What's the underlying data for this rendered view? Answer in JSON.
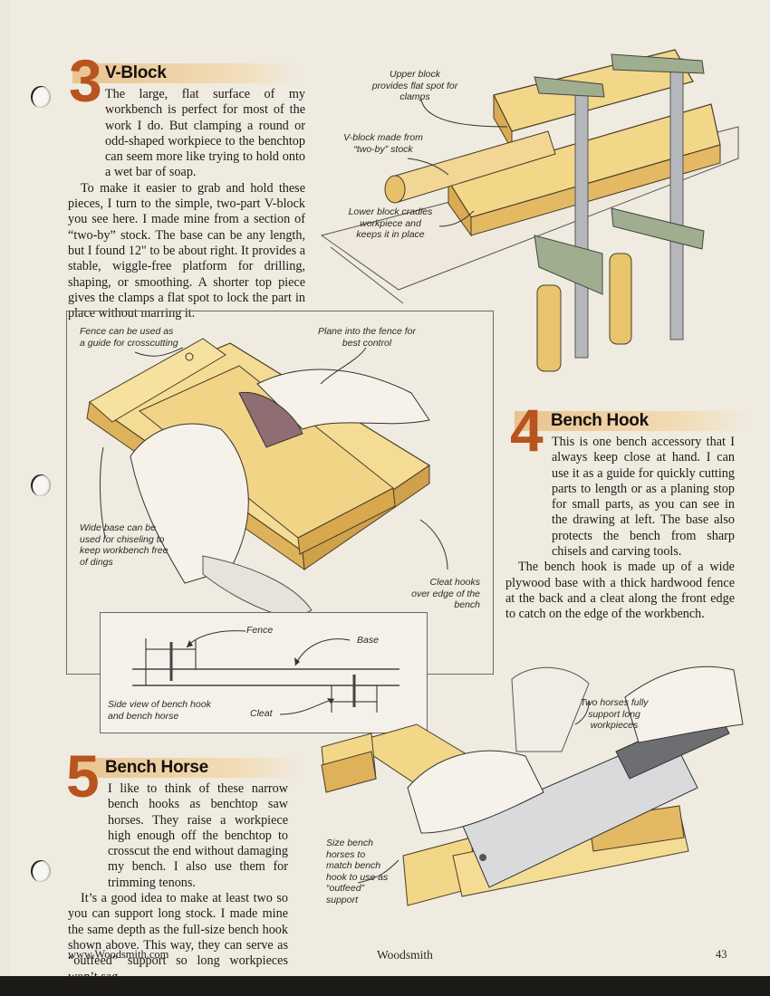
{
  "sections": {
    "vblock": {
      "number": "3",
      "title": "V-Block",
      "paragraphs": [
        "The large, flat surface of my workbench is perfect for most of the work I do. But clamping a round or odd-shaped workpiece to the benchtop can seem more like trying to hold onto a wet bar of soap.",
        "To make it easier to grab and hold these pieces, I turn to the simple, two-part V-block you see here. I made mine from a section of “two-by” stock. The base can be any length, but I found 12\" to be about right. It provides a stable, wiggle-free platform for drilling, shaping, or smoothing. A shorter top piece gives the clamps a flat spot to lock the part in place without marring it."
      ],
      "callouts": {
        "upper_block": "Upper block provides flat spot for clamps",
        "vblock_made": "V-block made from “two-by” stock",
        "lower_block": "Lower block cradles workpiece and keeps it in place"
      }
    },
    "bench_hook": {
      "number": "4",
      "title": "Bench Hook",
      "paragraphs": [
        "This is one bench accessory that I always keep close at hand. I can use it as a guide for quickly cutting parts to length or as a planing stop for small parts, as you can see in the drawing at left. The base also protects the bench from sharp chisels and carving tools.",
        "The bench hook is made up of a wide plywood base with a thick hardwood fence at the back and a cleat along the front edge to catch on the edge of the workbench."
      ],
      "callouts": {
        "fence_guide": "Fence can be used as a guide for crosscutting",
        "plane_into": "Plane into the fence for best control",
        "wide_base": "Wide base can be used for chiseling to keep workbench free of dings",
        "cleat_hooks": "Cleat hooks over edge of the bench"
      },
      "side_view": {
        "fence": "Fence",
        "base": "Base",
        "cleat": "Cleat",
        "caption": "Side view of bench hook and bench horse"
      }
    },
    "bench_horse": {
      "number": "5",
      "title": "Bench Horse",
      "paragraphs": [
        "I like to think of these narrow bench hooks as benchtop saw horses. They raise a workpiece high enough off the benchtop to crosscut the end without damaging my bench. I also use them for trimming tenons.",
        "It’s a good idea to make at least two so you can support long stock. I made mine the same depth as the full-size bench hook shown above. This way, they can serve as “outfeed” support so long workpieces won’t sag."
      ],
      "callouts": {
        "two_horses": "Two horses fully support long workpieces",
        "size_horses": "Size bench horses to match bench hook to use as “outfeed” support"
      }
    }
  },
  "footer": {
    "url": "www.Woodsmith.com",
    "magazine": "Woodsmith",
    "page_number": "43"
  },
  "colors": {
    "accent": "#b8541d",
    "wood_light": "#f3d789",
    "wood_dark": "#d9ab52",
    "clamp_green": "#9fae8e",
    "paper": "#efebe1"
  }
}
